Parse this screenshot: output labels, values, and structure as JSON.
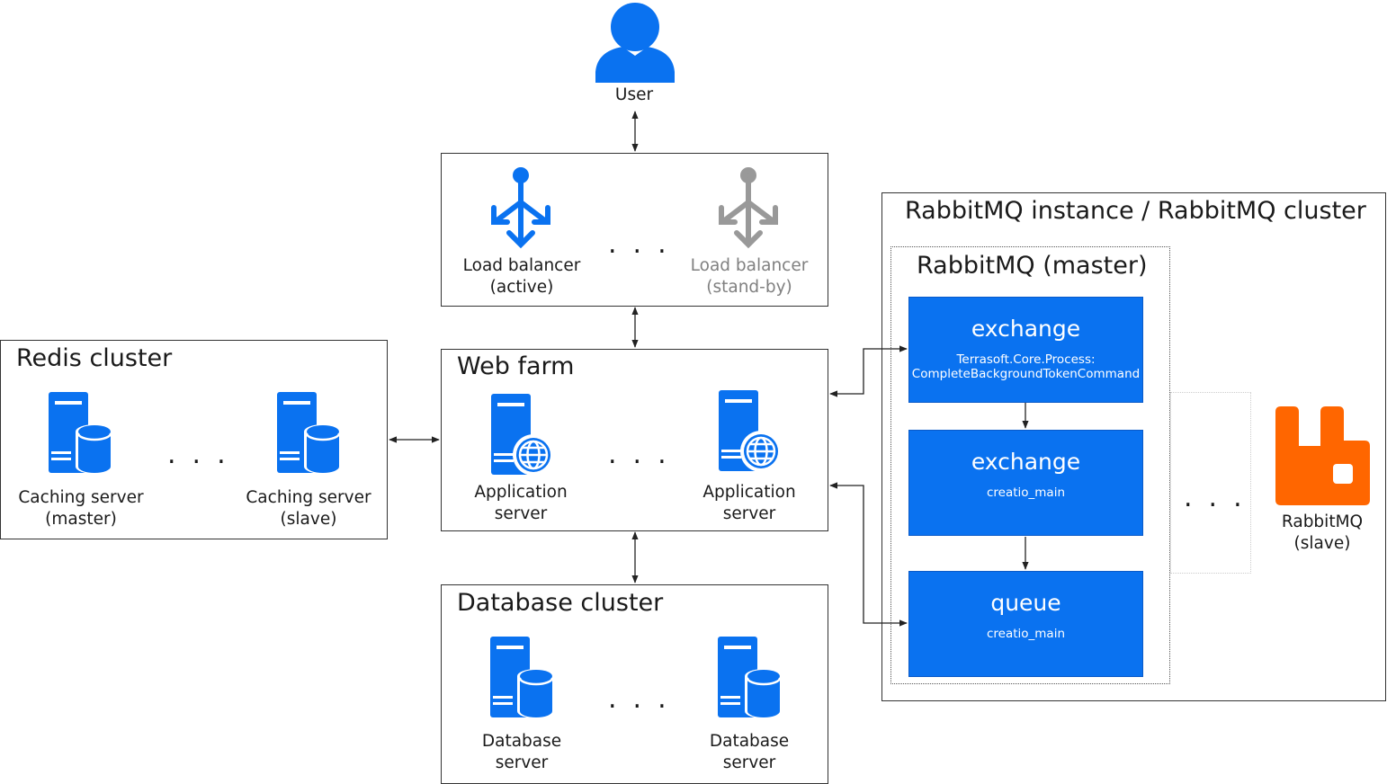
{
  "colors": {
    "accent": "#0a72f0",
    "inactive": "#999999",
    "rabbit": "#ff6600",
    "line": "#222222"
  },
  "user": {
    "label": "User",
    "icon": "user-icon"
  },
  "load_balancer_group": {
    "active": {
      "line1": "Load balancer",
      "line2": "(active)",
      "icon": "load-balancer-icon"
    },
    "standby": {
      "line1": "Load balancer",
      "line2": "(stand-by)",
      "icon": "load-balancer-icon"
    },
    "ellipsis": "..."
  },
  "web_farm": {
    "title": "Web farm",
    "servers": [
      {
        "line1": "Application",
        "line2": "server",
        "icon": "application-server-icon"
      },
      {
        "line1": "Application",
        "line2": "server",
        "icon": "application-server-icon"
      }
    ],
    "ellipsis": "..."
  },
  "redis_cluster": {
    "title": "Redis cluster",
    "servers": [
      {
        "line1": "Caching server",
        "line2": "(master)",
        "icon": "caching-server-icon"
      },
      {
        "line1": "Caching server",
        "line2": "(slave)",
        "icon": "caching-server-icon"
      }
    ],
    "ellipsis": "..."
  },
  "database_cluster": {
    "title": "Database cluster",
    "servers": [
      {
        "line1": "Database",
        "line2": "server",
        "icon": "database-server-icon"
      },
      {
        "line1": "Database",
        "line2": "server",
        "icon": "database-server-icon"
      }
    ],
    "ellipsis": "..."
  },
  "rabbitmq": {
    "title": "RabbitMQ instance / RabbitMQ cluster",
    "master_title": "RabbitMQ (master)",
    "blocks": [
      {
        "heading": "exchange",
        "line1": "Terrasoft.Core.Process:",
        "line2": "CompleteBackgroundTokenCommand"
      },
      {
        "heading": "exchange",
        "line1": "creatio_main",
        "line2": ""
      },
      {
        "heading": "queue",
        "line1": "creatio_main",
        "line2": ""
      }
    ],
    "ellipsis": "...",
    "slave": {
      "line1": "RabbitMQ",
      "line2": "(slave)",
      "icon": "rabbitmq-logo-icon"
    }
  }
}
